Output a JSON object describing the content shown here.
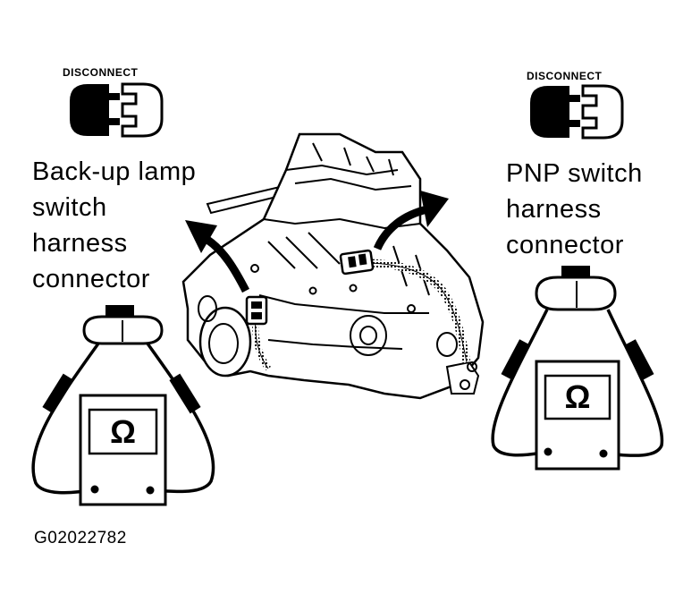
{
  "left": {
    "disconnect_label": "DISCONNECT",
    "callout_lines": [
      "Back-up lamp",
      "switch",
      "harness",
      "connector"
    ]
  },
  "right": {
    "disconnect_label": "DISCONNECT",
    "callout_lines": [
      "PNP switch",
      "harness",
      "connector"
    ]
  },
  "meter_symbol": "Ω",
  "figure_id": "G02022782",
  "icons": [
    "disconnect-connector-icon",
    "ohmmeter-icon",
    "transaxle-illustration",
    "arrow-icon"
  ]
}
